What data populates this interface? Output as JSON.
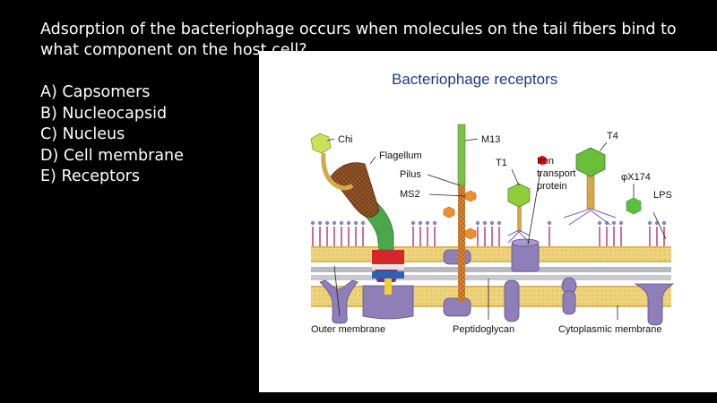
{
  "question": "Adsorption of the bacteriophage occurs when molecules on the tail fibers bind to what component on the host cell?",
  "options": [
    {
      "letter": "A)",
      "text": "Capsomers"
    },
    {
      "letter": "B)",
      "text": "Nucleocapsid"
    },
    {
      "letter": "C)",
      "text": "Nucleus"
    },
    {
      "letter": "D)",
      "text": "Cell membrane"
    },
    {
      "letter": "E)",
      "text": "Receptors"
    }
  ],
  "diagram": {
    "title": "Bacteriophage receptors",
    "labels": {
      "chi": "Chi",
      "flagellum": "Flagellum",
      "pilus": "Pilus",
      "ms2": "MS2",
      "m13": "M13",
      "t1": "T1",
      "iron1": "Iron",
      "iron2": "transport",
      "iron3": "protein",
      "t4": "T4",
      "phix": "φX174",
      "lps": "LPS",
      "outer": "Outer membrane",
      "pepto": "Peptidoglycan",
      "cyto": "Cytoplasmic membrane"
    },
    "colors": {
      "background": "#000000",
      "panel": "#ffffff",
      "title": "#1b3a8a",
      "membrane_yellow": "#efd37a",
      "membrane_pink": "#c04a82",
      "protein_purple": "#8e7fb8",
      "capsid_green": "#8fce3a",
      "chi_capsid": "#c8e05a",
      "ms2_orange": "#ef8f2a",
      "flagellum_brown": "#9a5a2a",
      "pointer_red": "#ff0000"
    }
  }
}
